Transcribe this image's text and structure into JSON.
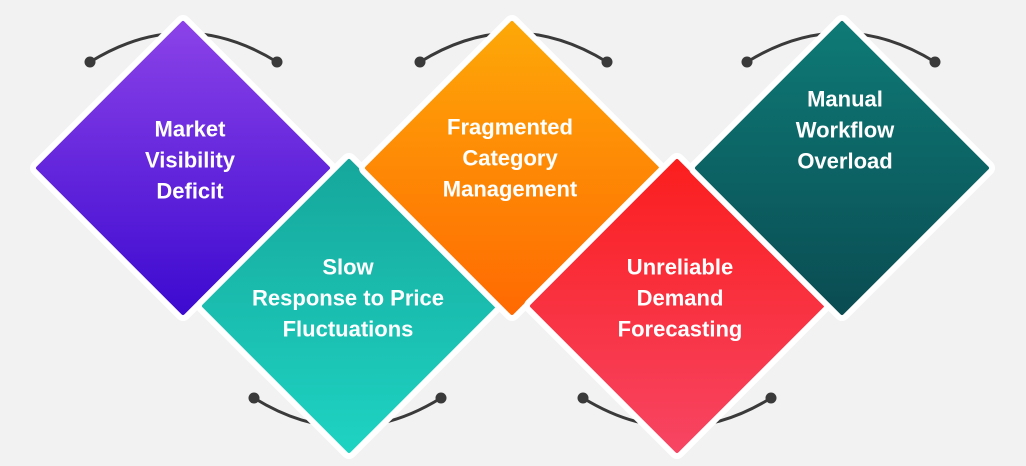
{
  "items": [
    {
      "lines": [
        "Market",
        "Visibility",
        "Deficit"
      ],
      "color_top": "#8b42e8",
      "color_bottom": "#3d0ad0"
    },
    {
      "lines": [
        "Slow",
        "Response to Price",
        "Fluctuations"
      ],
      "color_top": "#16a79c",
      "color_bottom": "#1ed3c2"
    },
    {
      "lines": [
        "Fragmented",
        "Category",
        "Management"
      ],
      "color_top": "#fda808",
      "color_bottom": "#ff6a02"
    },
    {
      "lines": [
        "Unreliable",
        "Demand",
        "Forecasting"
      ],
      "color_top": "#fb1e1e",
      "color_bottom": "#f74563"
    },
    {
      "lines": [
        "Manual",
        "Workflow",
        "Overload"
      ],
      "color_top": "#0e7a76",
      "color_bottom": "#0a4c52"
    }
  ],
  "connector_color": "#3a3a3a"
}
